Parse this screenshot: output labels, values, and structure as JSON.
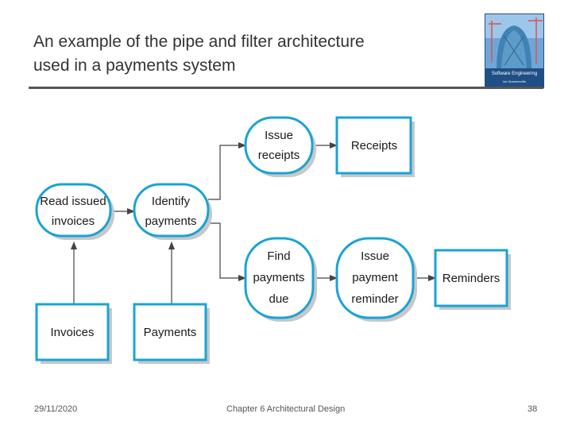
{
  "slide": {
    "title_line1": "An example of the pipe and filter architecture",
    "title_line2": "used in a payments system"
  },
  "cover": {
    "title": "Software Engineering",
    "author": "Ian Sommerville"
  },
  "diagram": {
    "nodes": {
      "read_issued_invoices": [
        "Read issued",
        "invoices"
      ],
      "identify_payments": [
        "Identify",
        "payments"
      ],
      "issue_receipts": [
        "Issue",
        "receipts"
      ],
      "receipts": [
        "Receipts"
      ],
      "find_payments_due": [
        "Find",
        "payments",
        "due"
      ],
      "issue_payment_reminder": [
        "Issue",
        "payment",
        "reminder"
      ],
      "reminders": [
        "Reminders"
      ],
      "invoices": [
        "Invoices"
      ],
      "payments": [
        "Payments"
      ]
    },
    "colors": {
      "border": "#1aa3d6",
      "shadow": "#c8c8c8",
      "arrow": "#444444"
    }
  },
  "footer": {
    "date": "29/11/2020",
    "chapter": "Chapter 6 Architectural Design",
    "page": "38"
  }
}
